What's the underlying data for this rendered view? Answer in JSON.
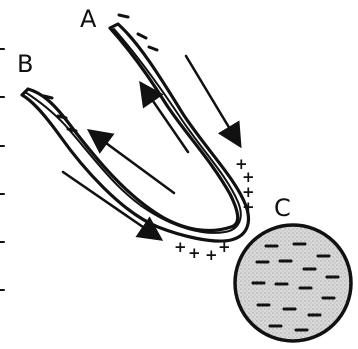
{
  "labels": {
    "a": "A",
    "b": "B",
    "c": "C"
  },
  "symbols": {
    "plus": "+",
    "minus": "−"
  },
  "colors": {
    "ink": "#111111",
    "background": "#ffffff",
    "sphere_fill": "#d9d9d9"
  }
}
